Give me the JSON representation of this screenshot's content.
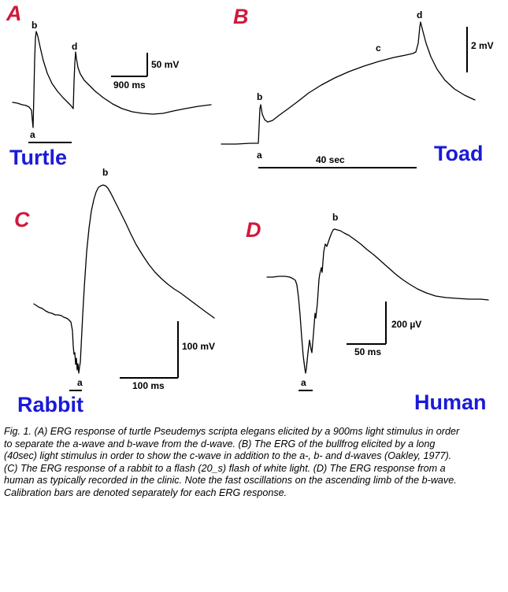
{
  "panels": {
    "A": {
      "letter": "A",
      "species": "Turtle",
      "scale_v": "50 mV",
      "scale_t": "900 ms",
      "waves": [
        "a",
        "b",
        "d"
      ]
    },
    "B": {
      "letter": "B",
      "species": "Toad",
      "scale_v": "2 mV",
      "scale_t": "40 sec",
      "waves": [
        "a",
        "b",
        "c",
        "d"
      ]
    },
    "C": {
      "letter": "C",
      "species": "Rabbit",
      "scale_v": "100 mV",
      "scale_t": "100 ms",
      "waves": [
        "a",
        "b"
      ]
    },
    "D": {
      "letter": "D",
      "species": "Human",
      "scale_v": "200 µV",
      "scale_t": "50 ms",
      "waves": [
        "a",
        "b"
      ]
    }
  },
  "caption": {
    "lines": [
      "Fig. 1. (A) ERG response of turtle Pseudemys scripta elegans elicited by a 900ms light stimulus in order",
      "to separate the a-wave and b-wave from the d-wave. (B) The ERG of the bullfrog elicited by a long",
      "(40sec) light stimulus in order to show the c-wave in addition to the a-, b- and d-waves (Oakley, 1977).",
      " (C) The ERG response of a rabbit to a flash (20_s) flash of white light. (D) The ERG response from a",
      " human as typically recorded in the clinic. Note the fast oscillations on the ascending limb of the b-wave.",
      "Calibration bars are denoted separately for each ERG response."
    ]
  }
}
